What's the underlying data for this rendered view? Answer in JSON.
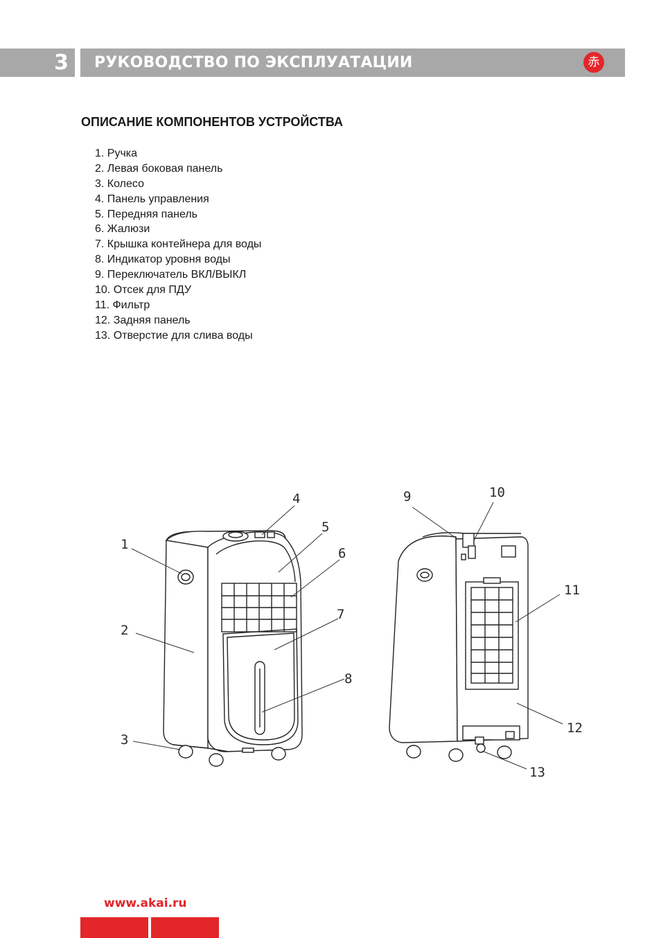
{
  "header": {
    "section_number": "3",
    "title": "РУКОВОДСТВО ПО ЭКСПЛУАТАЦИИ",
    "logo_glyph": "赤",
    "bar_color": "#a8a8a8",
    "accent_color": "#e3262a"
  },
  "section": {
    "title": "ОПИСАНИЕ КОМПОНЕНТОВ УСТРОЙСТВА"
  },
  "components": [
    "1. Ручка",
    "2. Левая боковая панель",
    "3. Колесо",
    "4. Панель управления",
    "5. Передняя панель",
    "6. Жалюзи",
    "7. Крышка контейнера для воды",
    "8. Индикатор уровня воды",
    "9. Переключатель ВКЛ/ВЫКЛ",
    "10. Отсек для ПДУ",
    "11. Фильтр",
    "12. Задняя панель",
    "13. Отверстие для слива воды"
  ],
  "diagram": {
    "callouts": [
      "1",
      "2",
      "3",
      "4",
      "5",
      "6",
      "7",
      "8",
      "9",
      "10",
      "11",
      "12",
      "13"
    ]
  },
  "footer": {
    "website": "www.akai.ru"
  }
}
